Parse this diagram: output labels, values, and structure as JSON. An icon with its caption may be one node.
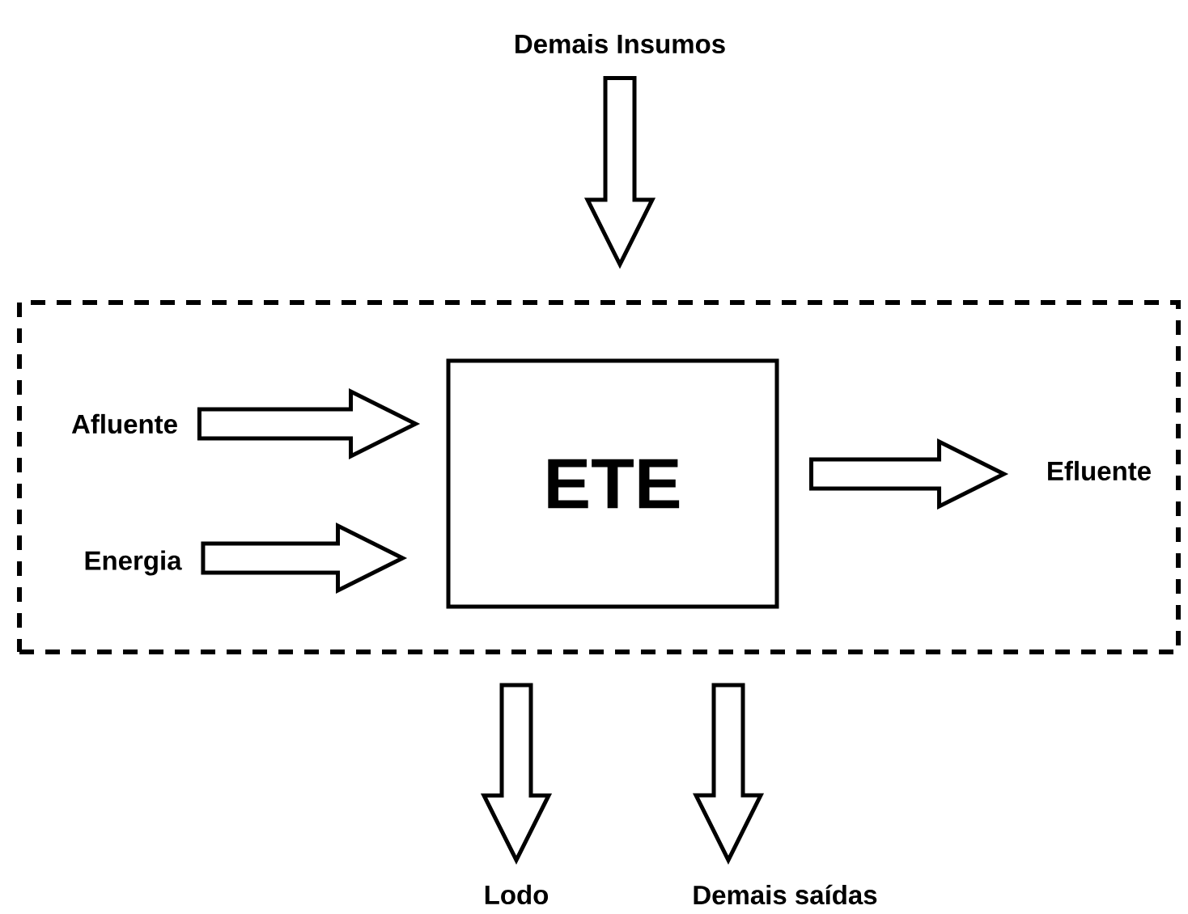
{
  "diagram": {
    "nodes": [
      {
        "text": [],
        "shape": "box"
      },
      {
        "text": [
          "ETE"
        ],
        "in": 0
      },
      {
        "text": [
          "Afluente"
        ],
        "in": 0
      },
      {
        "text": [
          "Energia"
        ],
        "in": 0
      },
      {
        "text": [
          "Efluente"
        ],
        "in": 0
      },
      {
        "text": [
          "Demais Insumos"
        ]
      },
      {
        "text": [
          "Lodo"
        ]
      },
      {
        "text": [
          "Demais saídas"
        ]
      }
    ],
    "edges": [
      {
        "from": 2,
        "to": 1,
        "arrow": "to"
      },
      {
        "from": 3,
        "to": 1,
        "arrow": "to"
      },
      {
        "from": 1,
        "to": 4,
        "arrow": "to"
      },
      {
        "from": 5,
        "to": 0,
        "arrow": "to"
      },
      {
        "from": 0,
        "to": 6,
        "arrow": "to"
      },
      {
        "from": 0,
        "to": 7,
        "arrow": "to"
      }
    ]
  }
}
